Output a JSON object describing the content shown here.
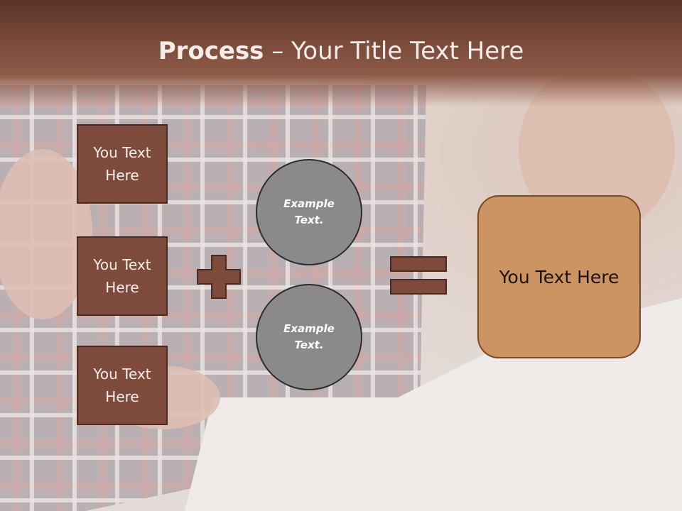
{
  "title": {
    "bold": "Process",
    "rest": " – Your Title Text Here"
  },
  "inputs": [
    {
      "label": "You Text Here"
    },
    {
      "label": "You Text Here"
    },
    {
      "label": "You Text Here"
    }
  ],
  "operands": [
    {
      "label": "Example Text."
    },
    {
      "label": "Example Text."
    }
  ],
  "result": {
    "label": "You Text Here"
  },
  "colors": {
    "header": "#7a4a3a",
    "box_fill": "#7d4a3c",
    "circle_fill": "#8a8a8a",
    "result_fill": "#cc9462",
    "operator": "#7d4a3c"
  },
  "icons": [
    "plus-sign",
    "equals-sign"
  ]
}
